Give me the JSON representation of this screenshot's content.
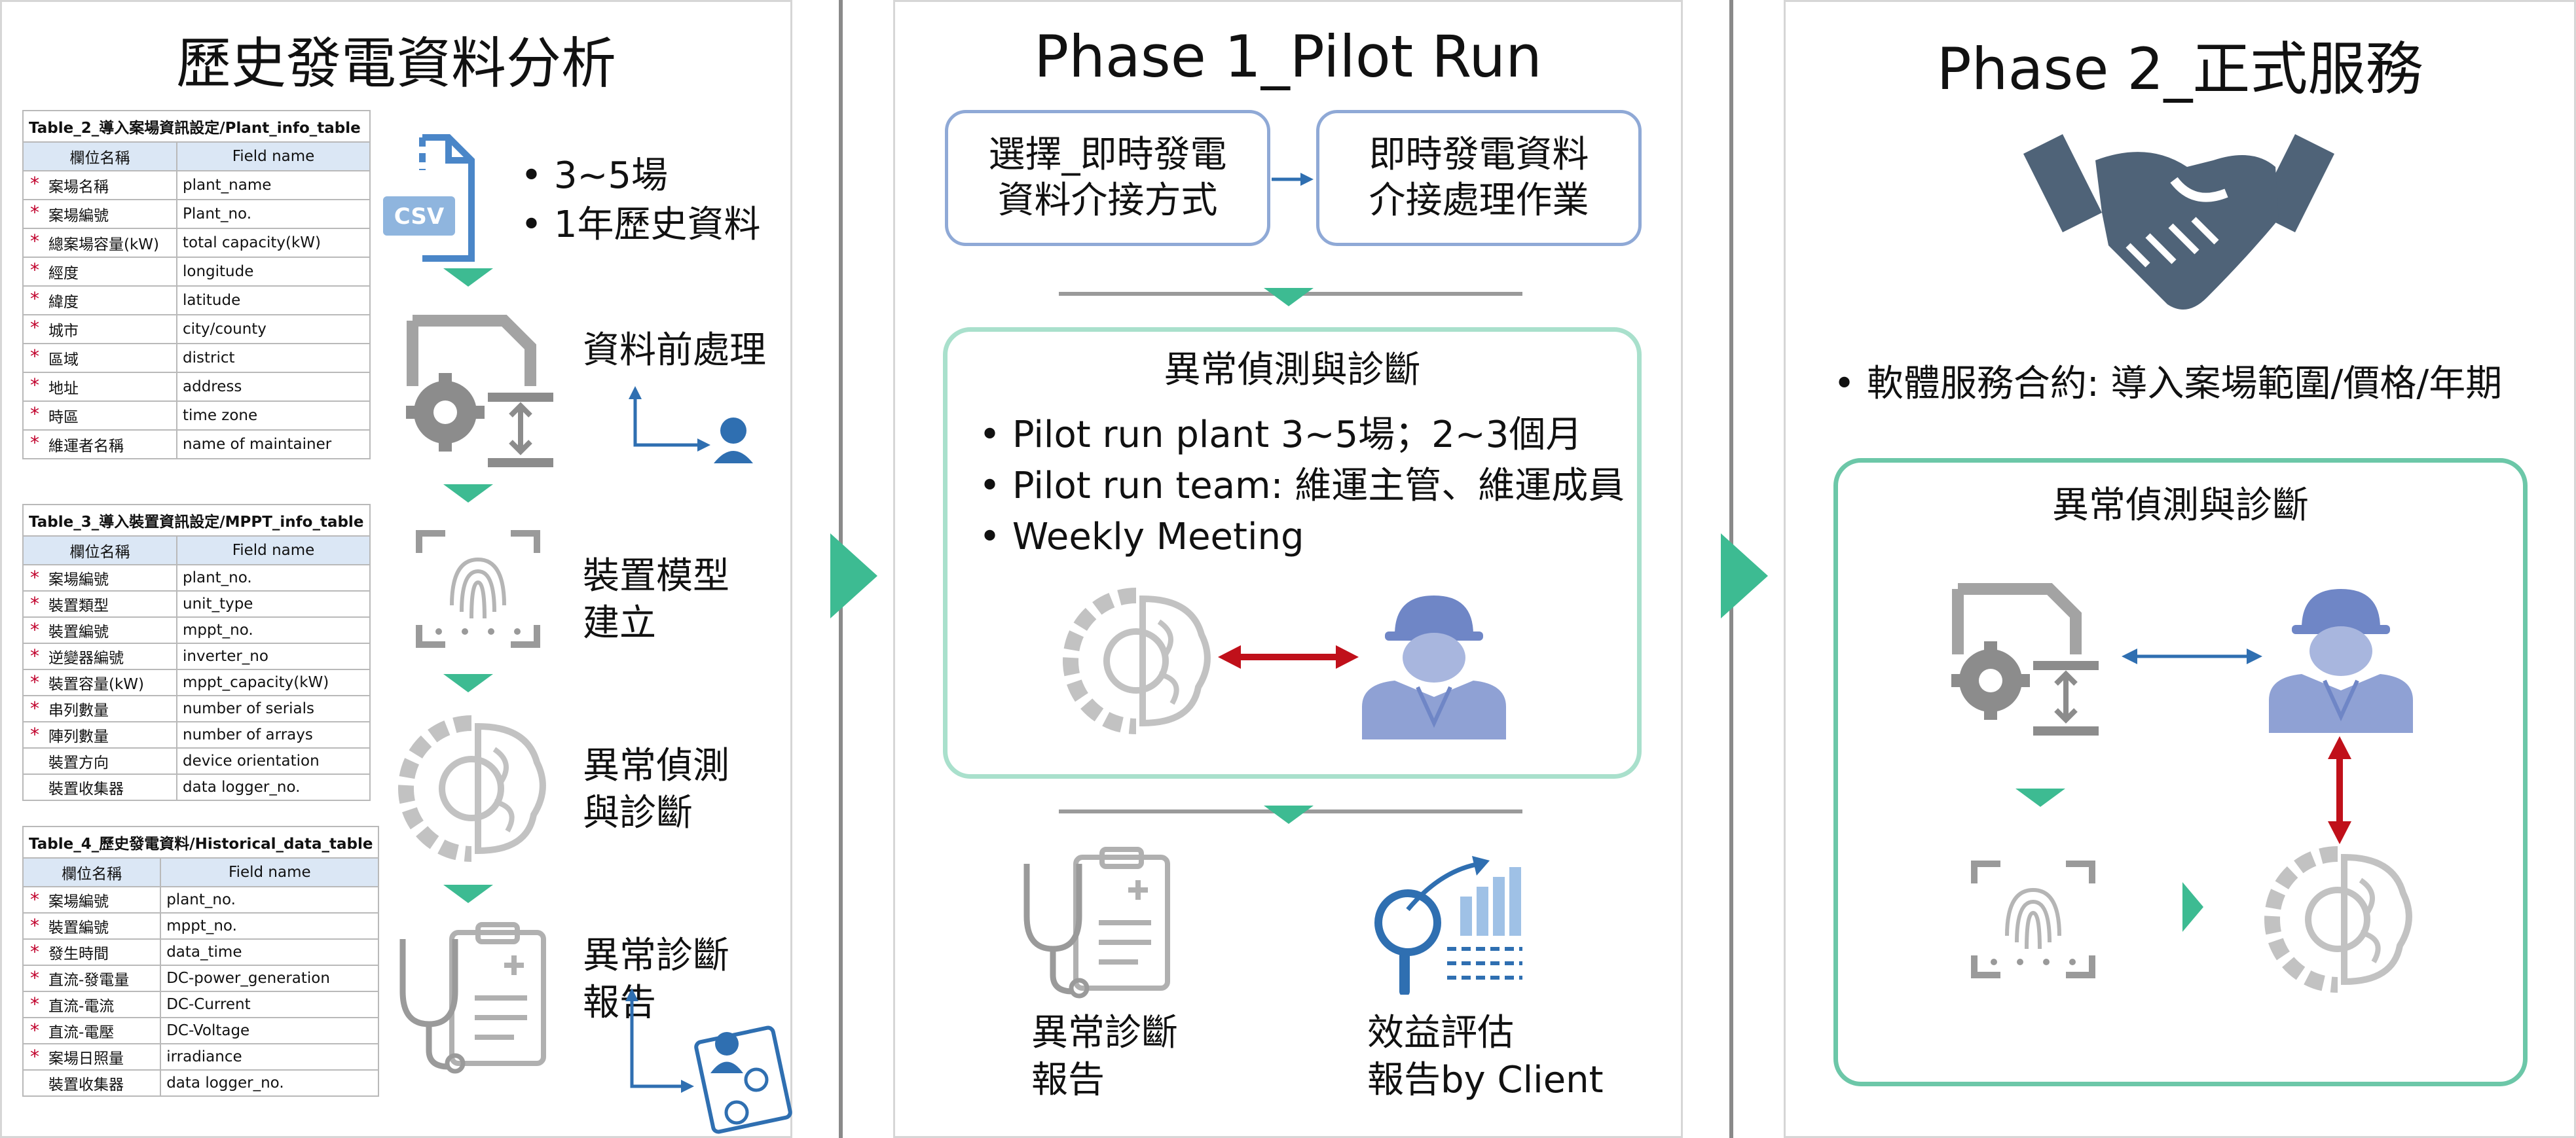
{
  "panel1": {
    "title": "歷史發電資料分析",
    "table2": {
      "caption": "Table_2_導入案場資訊設定/Plant_info_table",
      "headers": [
        "欄位名稱",
        "Field name"
      ],
      "rows": [
        {
          "zh": "案場名稱",
          "en": "plant_name",
          "req": true
        },
        {
          "zh": "案場編號",
          "en": "Plant_no.",
          "req": true
        },
        {
          "zh": "總案場容量(kW)",
          "en": "total capacity(kW)",
          "req": true
        },
        {
          "zh": "經度",
          "en": "longitude",
          "req": true
        },
        {
          "zh": "緯度",
          "en": "latitude",
          "req": true
        },
        {
          "zh": "城市",
          "en": "city/county",
          "req": true
        },
        {
          "zh": "區域",
          "en": "district",
          "req": true
        },
        {
          "zh": "地址",
          "en": "address",
          "req": true
        },
        {
          "zh": "時區",
          "en": "time zone",
          "req": true
        },
        {
          "zh": "維運者名稱",
          "en": "name of maintainer",
          "req": true
        }
      ]
    },
    "table3": {
      "caption": "Table_3_導入裝置資訊設定/MPPT_info_table",
      "headers": [
        "欄位名稱",
        "Field name"
      ],
      "rows": [
        {
          "zh": "案場編號",
          "en": "plant_no.",
          "req": true
        },
        {
          "zh": "裝置類型",
          "en": "unit_type",
          "req": true
        },
        {
          "zh": "裝置編號",
          "en": "mppt_no.",
          "req": true
        },
        {
          "zh": "逆變器編號",
          "en": "inverter_no",
          "req": true
        },
        {
          "zh": "裝置容量(kW)",
          "en": "mppt_capacity(kW)",
          "req": true
        },
        {
          "zh": "串列數量",
          "en": "number of serials",
          "req": true
        },
        {
          "zh": "陣列數量",
          "en": "number of arrays",
          "req": true
        },
        {
          "zh": "裝置方向",
          "en": "device orientation",
          "req": false
        },
        {
          "zh": "裝置收集器",
          "en": "data logger_no.",
          "req": false
        }
      ]
    },
    "table4": {
      "caption": "Table_4_歷史發電資料/Historical_data_table",
      "headers": [
        "欄位名稱",
        "Field name"
      ],
      "rows": [
        {
          "zh": "案場編號",
          "en": "plant_no.",
          "req": true
        },
        {
          "zh": "裝置編號",
          "en": "mppt_no.",
          "req": true
        },
        {
          "zh": "發生時間",
          "en": "data_time",
          "req": true
        },
        {
          "zh": "直流-發電量",
          "en": "DC-power_generation",
          "req": true
        },
        {
          "zh": "直流-電流",
          "en": "DC-Current",
          "req": true
        },
        {
          "zh": "直流-電壓",
          "en": "DC-Voltage",
          "req": true
        },
        {
          "zh": "案場日照量",
          "en": "irradiance",
          "req": true
        },
        {
          "zh": "裝置收集器",
          "en": "data logger_no.",
          "req": false
        }
      ]
    },
    "csv_label": "CSV",
    "bullets": [
      "• 3~5場",
      "• 1年歷史資料"
    ],
    "steps": {
      "preprocess": "資料前處理",
      "model_line1": "裝置模型",
      "model_line2": "建立",
      "detect_line1": "異常偵測",
      "detect_line2": "與診斷",
      "report_line1": "異常診斷",
      "report_line2": "報告"
    }
  },
  "panel2": {
    "title": "Phase 1_Pilot Run",
    "box1_line1": "選擇_即時發電",
    "box1_line2": "資料介接方式",
    "box2_line1": "即時發電資料",
    "box2_line2": "介接處理作業",
    "section_title": "異常偵測與診斷",
    "bullets": [
      "• Pilot run plant 3~5場；2~3個月",
      "• Pilot run team: 維運主管、維運成員",
      "• Weekly Meeting"
    ],
    "report_line1": "異常診斷",
    "report_line2": "報告",
    "eval_line1": "效益評估",
    "eval_line2": "報告by Client"
  },
  "panel3": {
    "title": "Phase 2_正式服務",
    "bullet": "• 軟體服務合約: 導入案場範圍/價格/年期",
    "section_title": "異常偵測與診斷"
  },
  "colors": {
    "green": "#3dbb92",
    "blue_icon": "#2f6fb1",
    "red_arrow": "#c0101a",
    "handshake": "#4f6378",
    "gray_icon": "#8c8c8c",
    "worker": "#6f86c6"
  }
}
